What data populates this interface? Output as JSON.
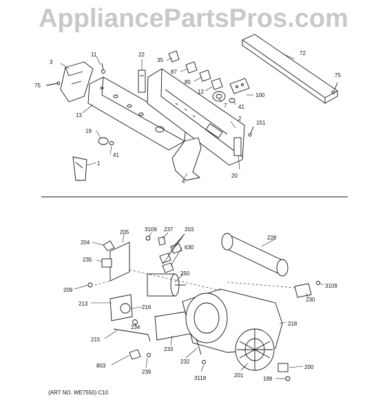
{
  "watermark": "AppliancePartsPros.com",
  "art_number": "(ART NO. WE7550) C10",
  "callouts": {
    "p1": "1",
    "p2": "2",
    "p3": "3",
    "p7": "7",
    "p11": "11",
    "p12": "12",
    "p13": "13",
    "p19": "19",
    "p20": "20",
    "p22": "22",
    "p35": "35",
    "p41a": "41",
    "p41b": "41",
    "p72": "72",
    "p75a": "75",
    "p75b": "75",
    "p85": "85",
    "p87": "87",
    "p100": "100",
    "p151": "151",
    "p4": "4",
    "p199": "199",
    "p200": "200",
    "p201": "201",
    "p203": "203",
    "p204": "204",
    "p205": "205",
    "p209": "209",
    "p213": "213",
    "p215": "215",
    "p216": "216",
    "p218": "218",
    "p228": "228",
    "p230": "230",
    "p232": "232",
    "p233": "233",
    "p234": "234",
    "p235": "235",
    "p237": "237",
    "p239": "239",
    "p250": "250",
    "p630": "630",
    "p803": "803",
    "p3109a": "3109",
    "p3109b": "3109",
    "p3118": "3118"
  }
}
